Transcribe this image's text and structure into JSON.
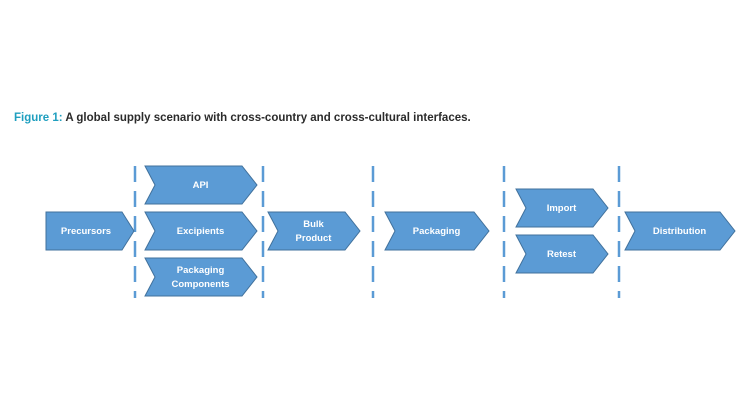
{
  "caption": {
    "label": "Figure 1:",
    "text": " A global supply scenario with cross-country and cross-cultural interfaces."
  },
  "colors": {
    "arrow_fill": "#5b9bd5",
    "arrow_stroke": "#41719c",
    "divider": "#5b9bd5",
    "caption_label": "#1f9fbf"
  },
  "stages": [
    {
      "id": "precursors",
      "lines": [
        "Precursors"
      ]
    },
    {
      "id": "api",
      "lines": [
        "API"
      ]
    },
    {
      "id": "excipients",
      "lines": [
        "Excipients"
      ]
    },
    {
      "id": "packaging-components",
      "lines": [
        "Packaging",
        "Components"
      ]
    },
    {
      "id": "bulk-product",
      "lines": [
        "Bulk",
        "Product"
      ]
    },
    {
      "id": "packaging",
      "lines": [
        "Packaging"
      ]
    },
    {
      "id": "import",
      "lines": [
        "Import"
      ]
    },
    {
      "id": "retest",
      "lines": [
        "Retest"
      ]
    },
    {
      "id": "distribution",
      "lines": [
        "Distribution"
      ]
    }
  ]
}
